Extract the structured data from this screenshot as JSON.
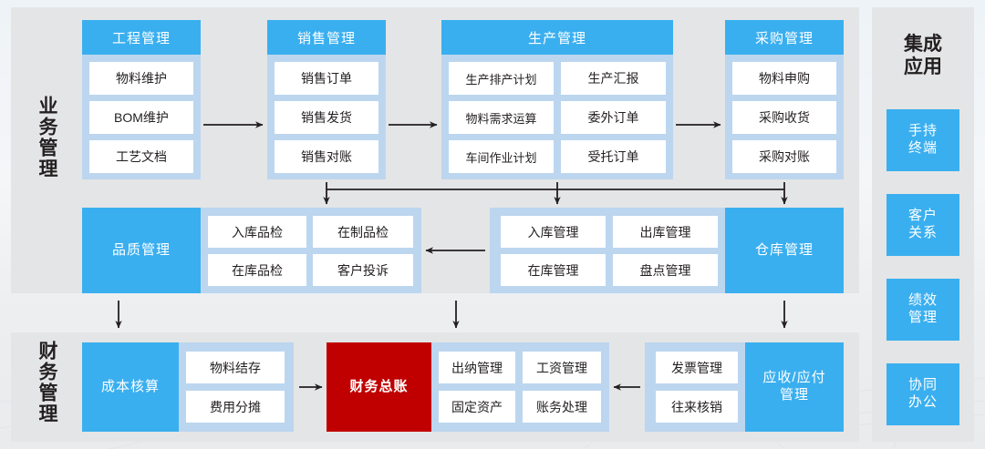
{
  "sections": {
    "business": {
      "label": "业务管理"
    },
    "finance": {
      "label": "财务管理"
    },
    "apps": {
      "title": "集成\n应用"
    }
  },
  "groups": {
    "engineering": {
      "title": "工程管理",
      "items": [
        "物料维护",
        "BOM维护",
        "工艺文档"
      ]
    },
    "sales": {
      "title": "销售管理",
      "items": [
        "销售订单",
        "销售发货",
        "销售对账"
      ]
    },
    "production": {
      "title": "生产管理",
      "items": [
        "生产排产计划",
        "生产汇报",
        "物料需求运算",
        "委外订单",
        "车间作业计划",
        "受托订单"
      ]
    },
    "purchasing": {
      "title": "采购管理",
      "items": [
        "物料申购",
        "采购收货",
        "采购对账"
      ]
    },
    "quality": {
      "title": "品质管理",
      "items": [
        "入库品检",
        "在制品检",
        "在库品检",
        "客户投诉"
      ]
    },
    "warehouse": {
      "title": "仓库管理",
      "items": [
        "入库管理",
        "出库管理",
        "在库管理",
        "盘点管理"
      ]
    },
    "cost": {
      "title": "成本核算",
      "items": [
        "物料结存",
        "费用分摊"
      ]
    },
    "ledger": {
      "title": "财务总账",
      "items": [
        "出纳管理",
        "工资管理",
        "固定资产",
        "账务处理"
      ]
    },
    "receivable": {
      "title": "应收/应付\n管理",
      "items": [
        "发票管理",
        "往来核销"
      ]
    }
  },
  "apps": [
    {
      "label": "手持\n终端"
    },
    {
      "label": "客户\n关系"
    },
    {
      "label": "绩效\n管理"
    },
    {
      "label": "协同\n办公"
    }
  ],
  "colors": {
    "accent_blue": "#3aafef",
    "frame_blue": "#bcd6ef",
    "panel_gray": "#e4e5e6",
    "ledger_red": "#c00000",
    "cell_white": "#ffffff",
    "text_dark": "#231f20"
  }
}
